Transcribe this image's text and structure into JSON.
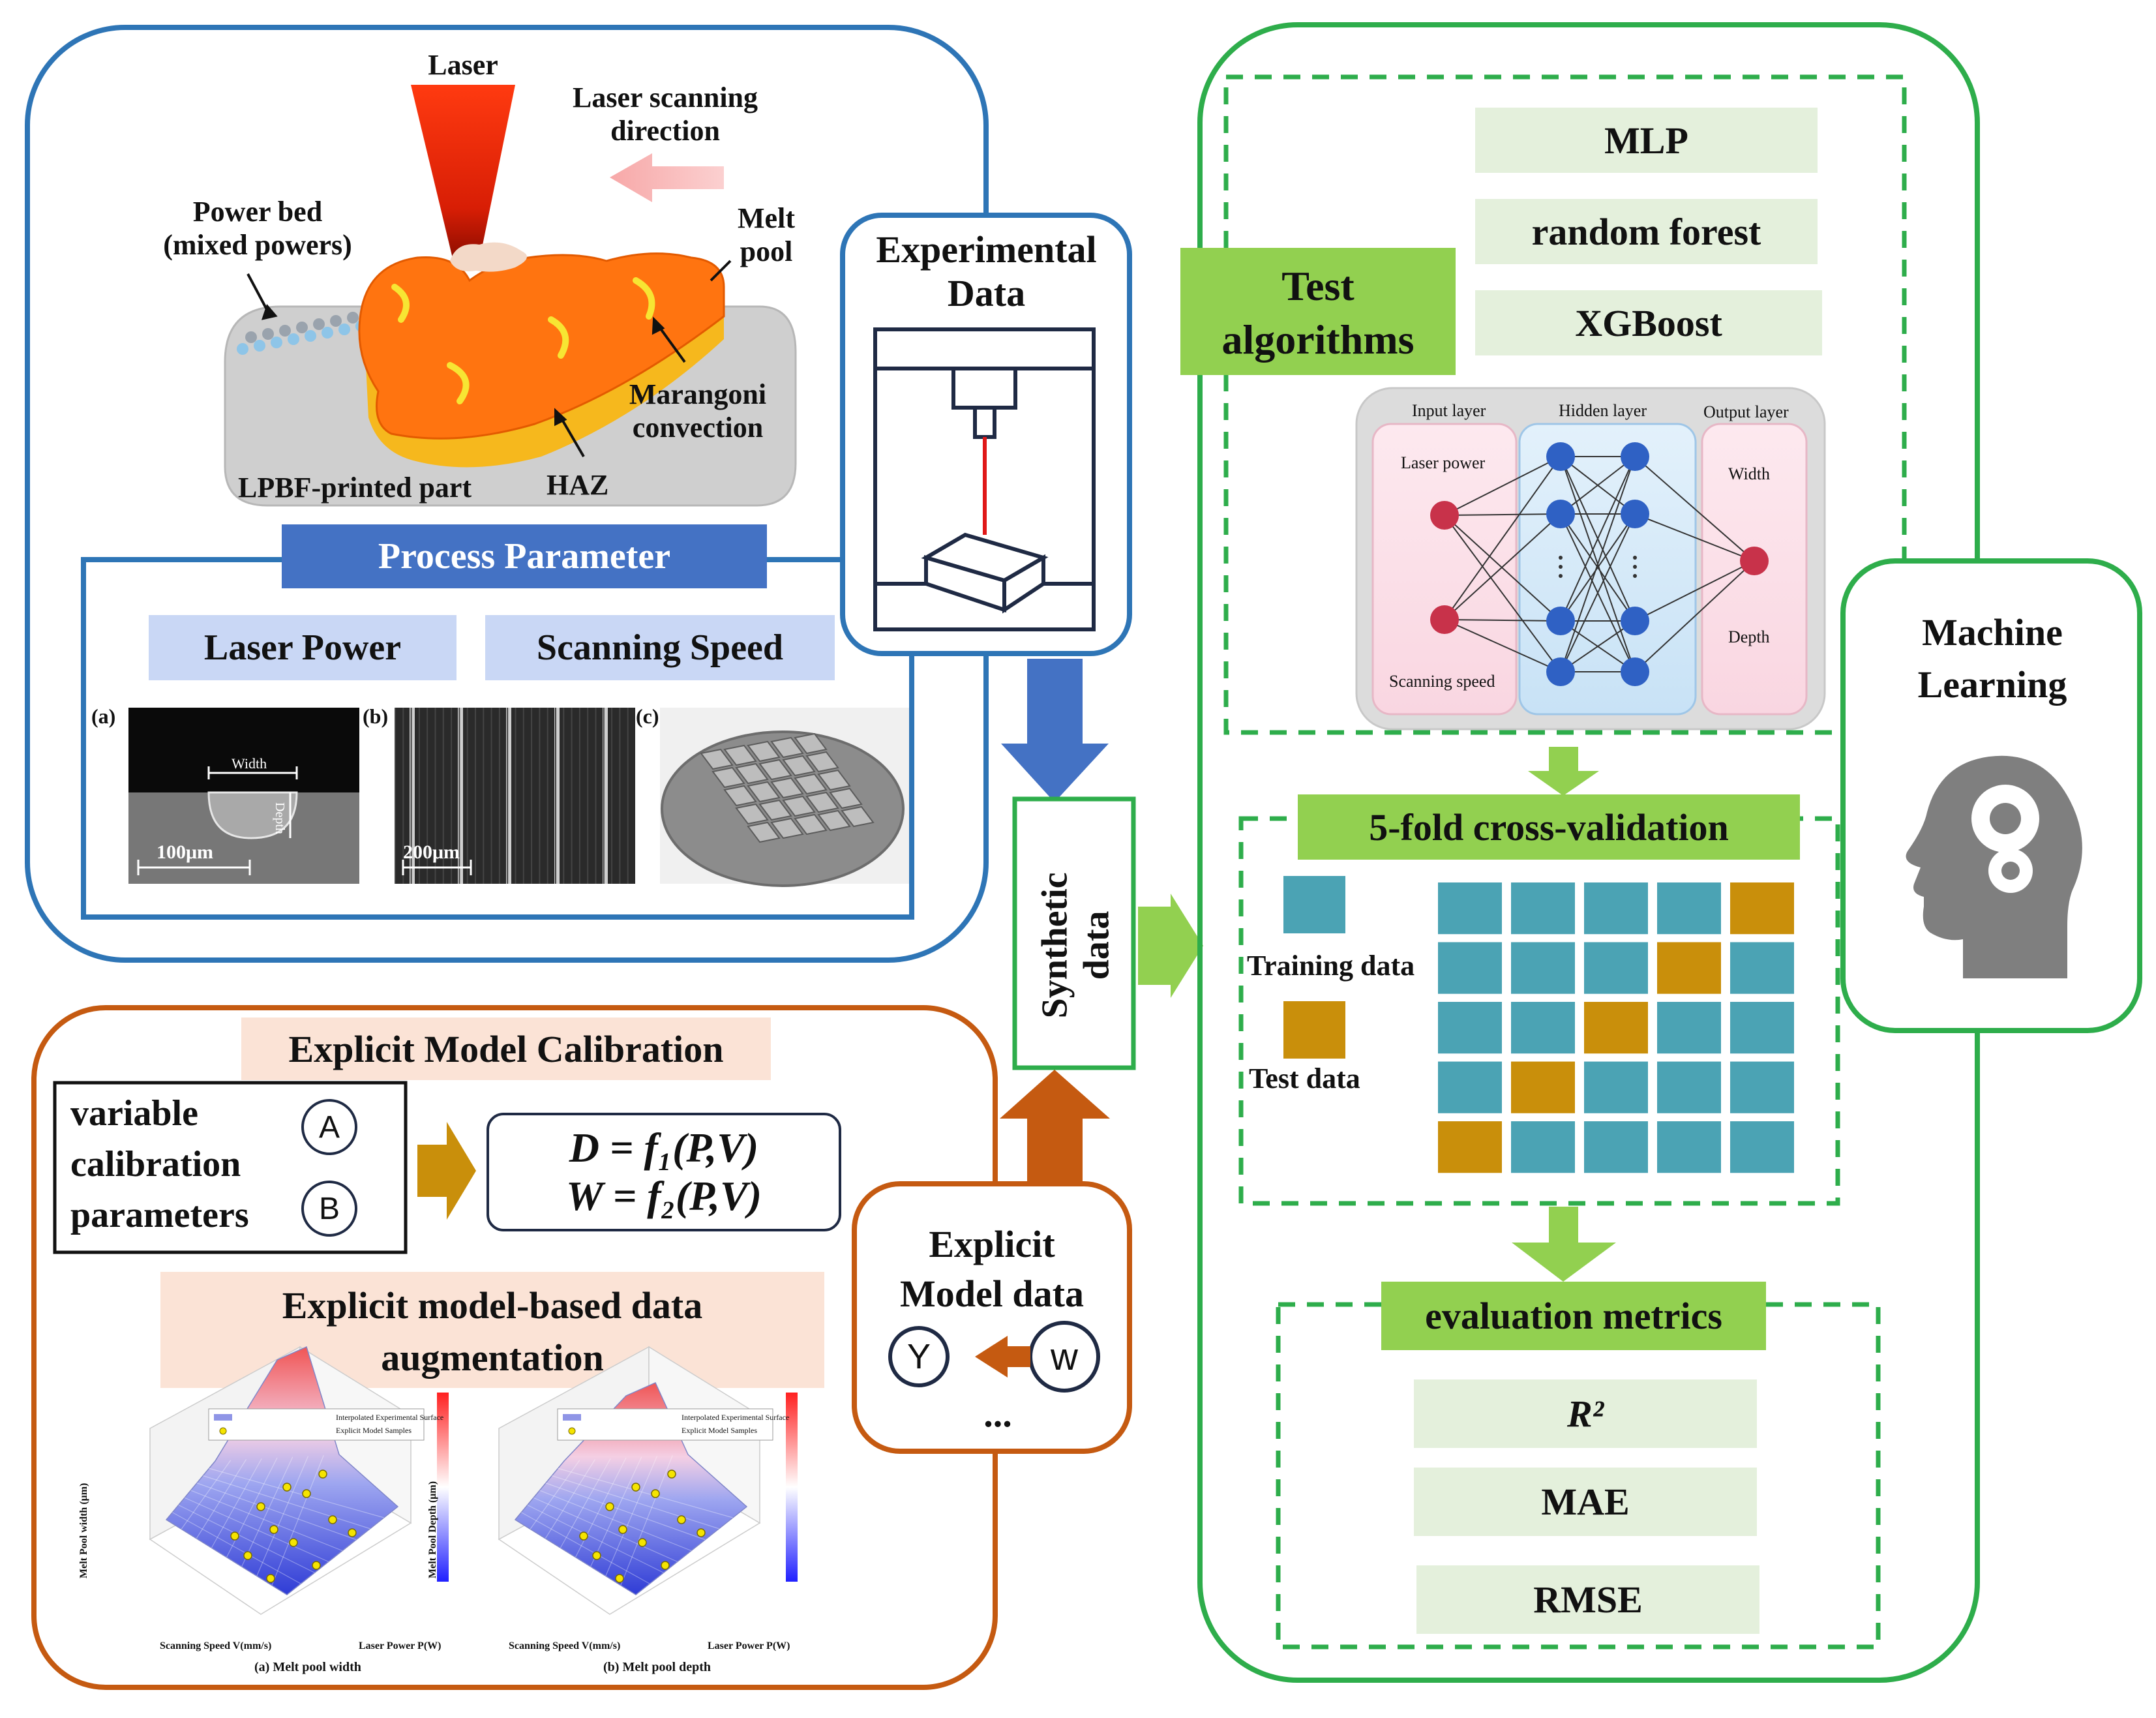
{
  "colors": {
    "blue_frame": "#2e75b6",
    "orange_frame": "#c55a11",
    "green_frame": "#2ead4b",
    "light_green": "#e4f0dc",
    "bright_green": "#92d050",
    "process_blue": "#4472c4",
    "light_blue": "#c9d7f5",
    "peach": "#fbe3d6",
    "teal": "#4ba3b4",
    "gold": "#c98f0b"
  },
  "melt_pool": {
    "laser": "Laser",
    "scan_dir": [
      "Laser scanning",
      "direction"
    ],
    "powder_bed": [
      "Power bed",
      "(mixed powers)"
    ],
    "melt_pool": [
      "Melt",
      "pool"
    ],
    "marangoni": [
      "Marangoni",
      "convection"
    ],
    "part": "LPBF-printed part",
    "haz": "HAZ"
  },
  "process": {
    "title": "Process Parameter",
    "laser_power": "Laser Power",
    "scanning_speed": "Scanning Speed",
    "panel_a": "(a)",
    "panel_b": "(b)",
    "panel_c": "(c)",
    "width_label": "Width",
    "depth_label": "Depth",
    "scale_a": "100μm",
    "scale_b": "200μm"
  },
  "experimental": {
    "line1": "Experimental",
    "line2": "Data"
  },
  "synthetic": {
    "line1": "Synthetic",
    "line2": "data"
  },
  "calibration": {
    "title": "Explicit Model Calibration",
    "variable": [
      "variable",
      "calibration",
      "parameters"
    ],
    "param_a": "A",
    "param_b": "B",
    "eq1": "D = f₁(P,V)",
    "eq2": "W = f₂(P,V)"
  },
  "augmentation": {
    "title": [
      "Explicit model-based data",
      "augmentation"
    ],
    "legend_surface": "Interpolated Experimental Surface",
    "legend_samples": "Explicit Model Samples",
    "caption_a": "(a) Melt pool width",
    "caption_b": "(b) Melt pool depth",
    "xaxis": "Scanning Speed V(mm/s)",
    "yaxis": "Laser Power P(W)",
    "zaxis_a": "Melt Pool width (μm)",
    "zaxis_b": "Melt Pool Depth (μm)"
  },
  "explicit_data": {
    "line1": "Explicit",
    "line2": "Model data",
    "sym_y": "Y",
    "sym_w": "w",
    "ellipsis": "..."
  },
  "ml": {
    "algorithms": [
      "MLP",
      "random forest",
      "XGBoost"
    ],
    "test_algorithms": [
      "Test",
      "algorithms"
    ],
    "nn_input": "Input layer",
    "nn_hidden": "Hidden layer",
    "nn_output": "Output layer",
    "nn_laser_power": "Laser power",
    "nn_scanning_speed": "Scanning speed",
    "nn_width": "Width",
    "nn_depth": "Depth",
    "cv_title": "5-fold cross-validation",
    "training": "Training data",
    "test": "Test data",
    "eval_title": "evaluation metrics",
    "metrics": [
      "R²",
      "MAE",
      "RMSE"
    ],
    "machine_learning": [
      "Machine",
      "Learning"
    ]
  }
}
